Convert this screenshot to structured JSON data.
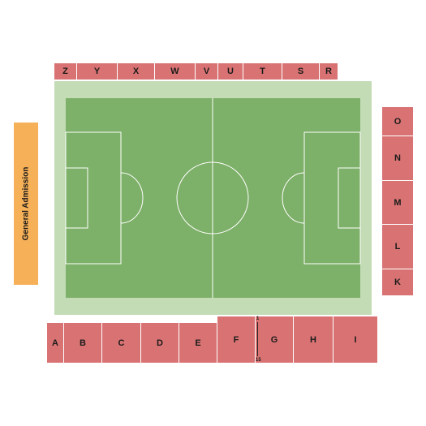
{
  "colors": {
    "section": "#d97373",
    "general_admission": "#f5b058",
    "pitch_surround": "#c3dcb6",
    "pitch": "#7db068",
    "pitch_lines": "#ffffff"
  },
  "general_admission": {
    "label": "General Admission"
  },
  "sections": {
    "top": [
      "Z",
      "Y",
      "X",
      "W",
      "V",
      "U",
      "T",
      "S",
      "R"
    ],
    "right": [
      "O",
      "N",
      "M",
      "L",
      "K"
    ],
    "bottom": [
      "A",
      "B",
      "C",
      "D",
      "E",
      "F",
      "G",
      "H",
      "I"
    ]
  },
  "row_labels": {
    "first": "1",
    "last": "15"
  }
}
